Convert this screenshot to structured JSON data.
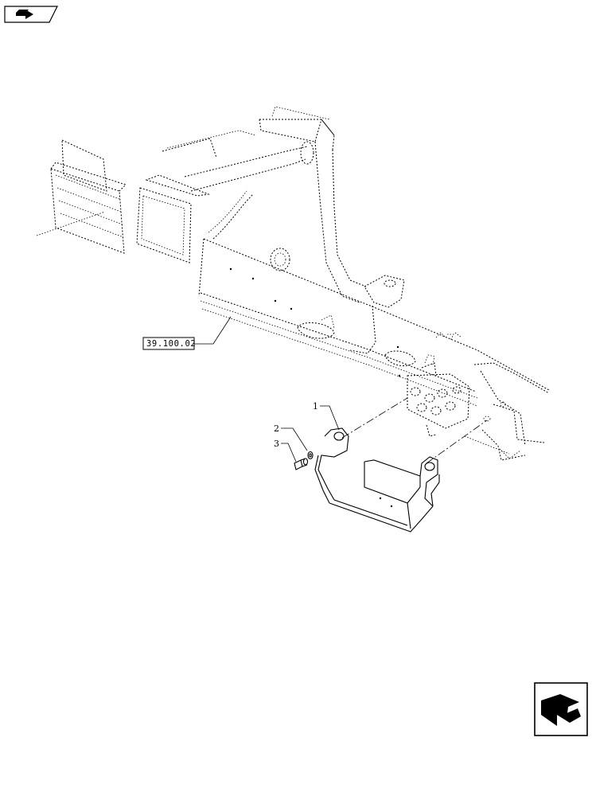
{
  "reference_label": "39.100.02",
  "callouts": [
    {
      "number": "1"
    },
    {
      "number": "2"
    },
    {
      "number": "3"
    }
  ],
  "icons": {
    "top_left": "previous-page-arrow-icon",
    "bottom_right": "next-page-arrow-icon"
  }
}
